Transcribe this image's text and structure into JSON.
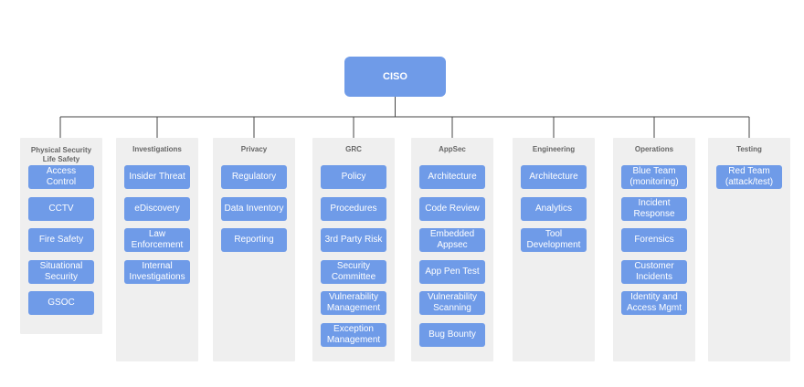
{
  "root": {
    "label": "CISO"
  },
  "columns": [
    {
      "id": "physical",
      "title": "Physical Security\nLife Safety",
      "items": [
        "Access\nControl",
        "CCTV",
        "Fire Safety",
        "Situational\nSecurity",
        "GSOC"
      ]
    },
    {
      "id": "investigations",
      "title": "Investigations",
      "items": [
        "Insider Threat",
        "eDiscovery",
        "Law\nEnforcement",
        "Internal\nInvestigations"
      ]
    },
    {
      "id": "privacy",
      "title": "Privacy",
      "items": [
        "Regulatory",
        "Data Inventory",
        "Reporting"
      ]
    },
    {
      "id": "grc",
      "title": "GRC",
      "items": [
        "Policy",
        "Procedures",
        "3rd Party Risk",
        "Security\nCommittee",
        "Vulnerability\nManagement",
        "Exception\nManagement"
      ]
    },
    {
      "id": "appsec",
      "title": "AppSec",
      "items": [
        "Architecture",
        "Code Review",
        "Embedded\nAppsec",
        "App Pen Test",
        "Vulnerability\nScanning",
        "Bug Bounty"
      ]
    },
    {
      "id": "engineering",
      "title": "Engineering",
      "items": [
        "Architecture",
        "Analytics",
        "Tool\nDevelopment"
      ]
    },
    {
      "id": "operations",
      "title": "Operations",
      "items": [
        "Blue Team\n(monitoring)",
        "Incident\nResponse",
        "Forensics",
        "Customer\nIncidents",
        "Identity and\nAccess Mgmt"
      ]
    },
    {
      "id": "testing",
      "title": "Testing",
      "items": [
        "Red Team\n(attack/test)"
      ]
    }
  ],
  "colors": {
    "box": "#6f9be8",
    "column_bg": "#efefef",
    "line": "#444444",
    "title_text": "#666666"
  }
}
